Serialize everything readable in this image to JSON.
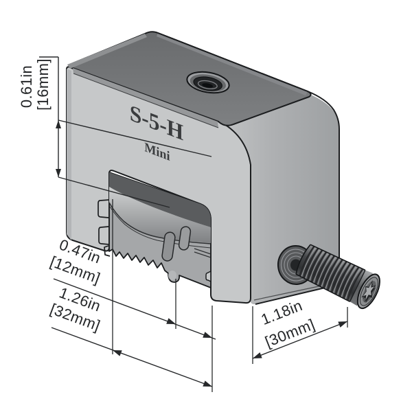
{
  "figure": {
    "type": "isometric-technical-drawing",
    "subject": "metal roof standing-seam clamp"
  },
  "product": {
    "name": "S-5-H",
    "variant": "Mini"
  },
  "dimensions": {
    "height_left": {
      "inches": "0.61in",
      "metric": "[16mm]"
    },
    "offset_lower_left": {
      "inches": "0.47in",
      "metric": "[12mm]"
    },
    "width_lower_left": {
      "inches": "1.26in",
      "metric": "[32mm]"
    },
    "depth_lower_right": {
      "inches": "1.18in",
      "metric": "[30mm]"
    }
  },
  "colors": {
    "background": "#ffffff",
    "body_front": "#c6c8c9",
    "body_top": "#717375",
    "body_side": "#a8aaac",
    "slot_shadow": "#5a5c5e",
    "outline": "#1b1d1f",
    "dimension_lines": "#26282a",
    "screw_dark": "#3a3c3e"
  }
}
